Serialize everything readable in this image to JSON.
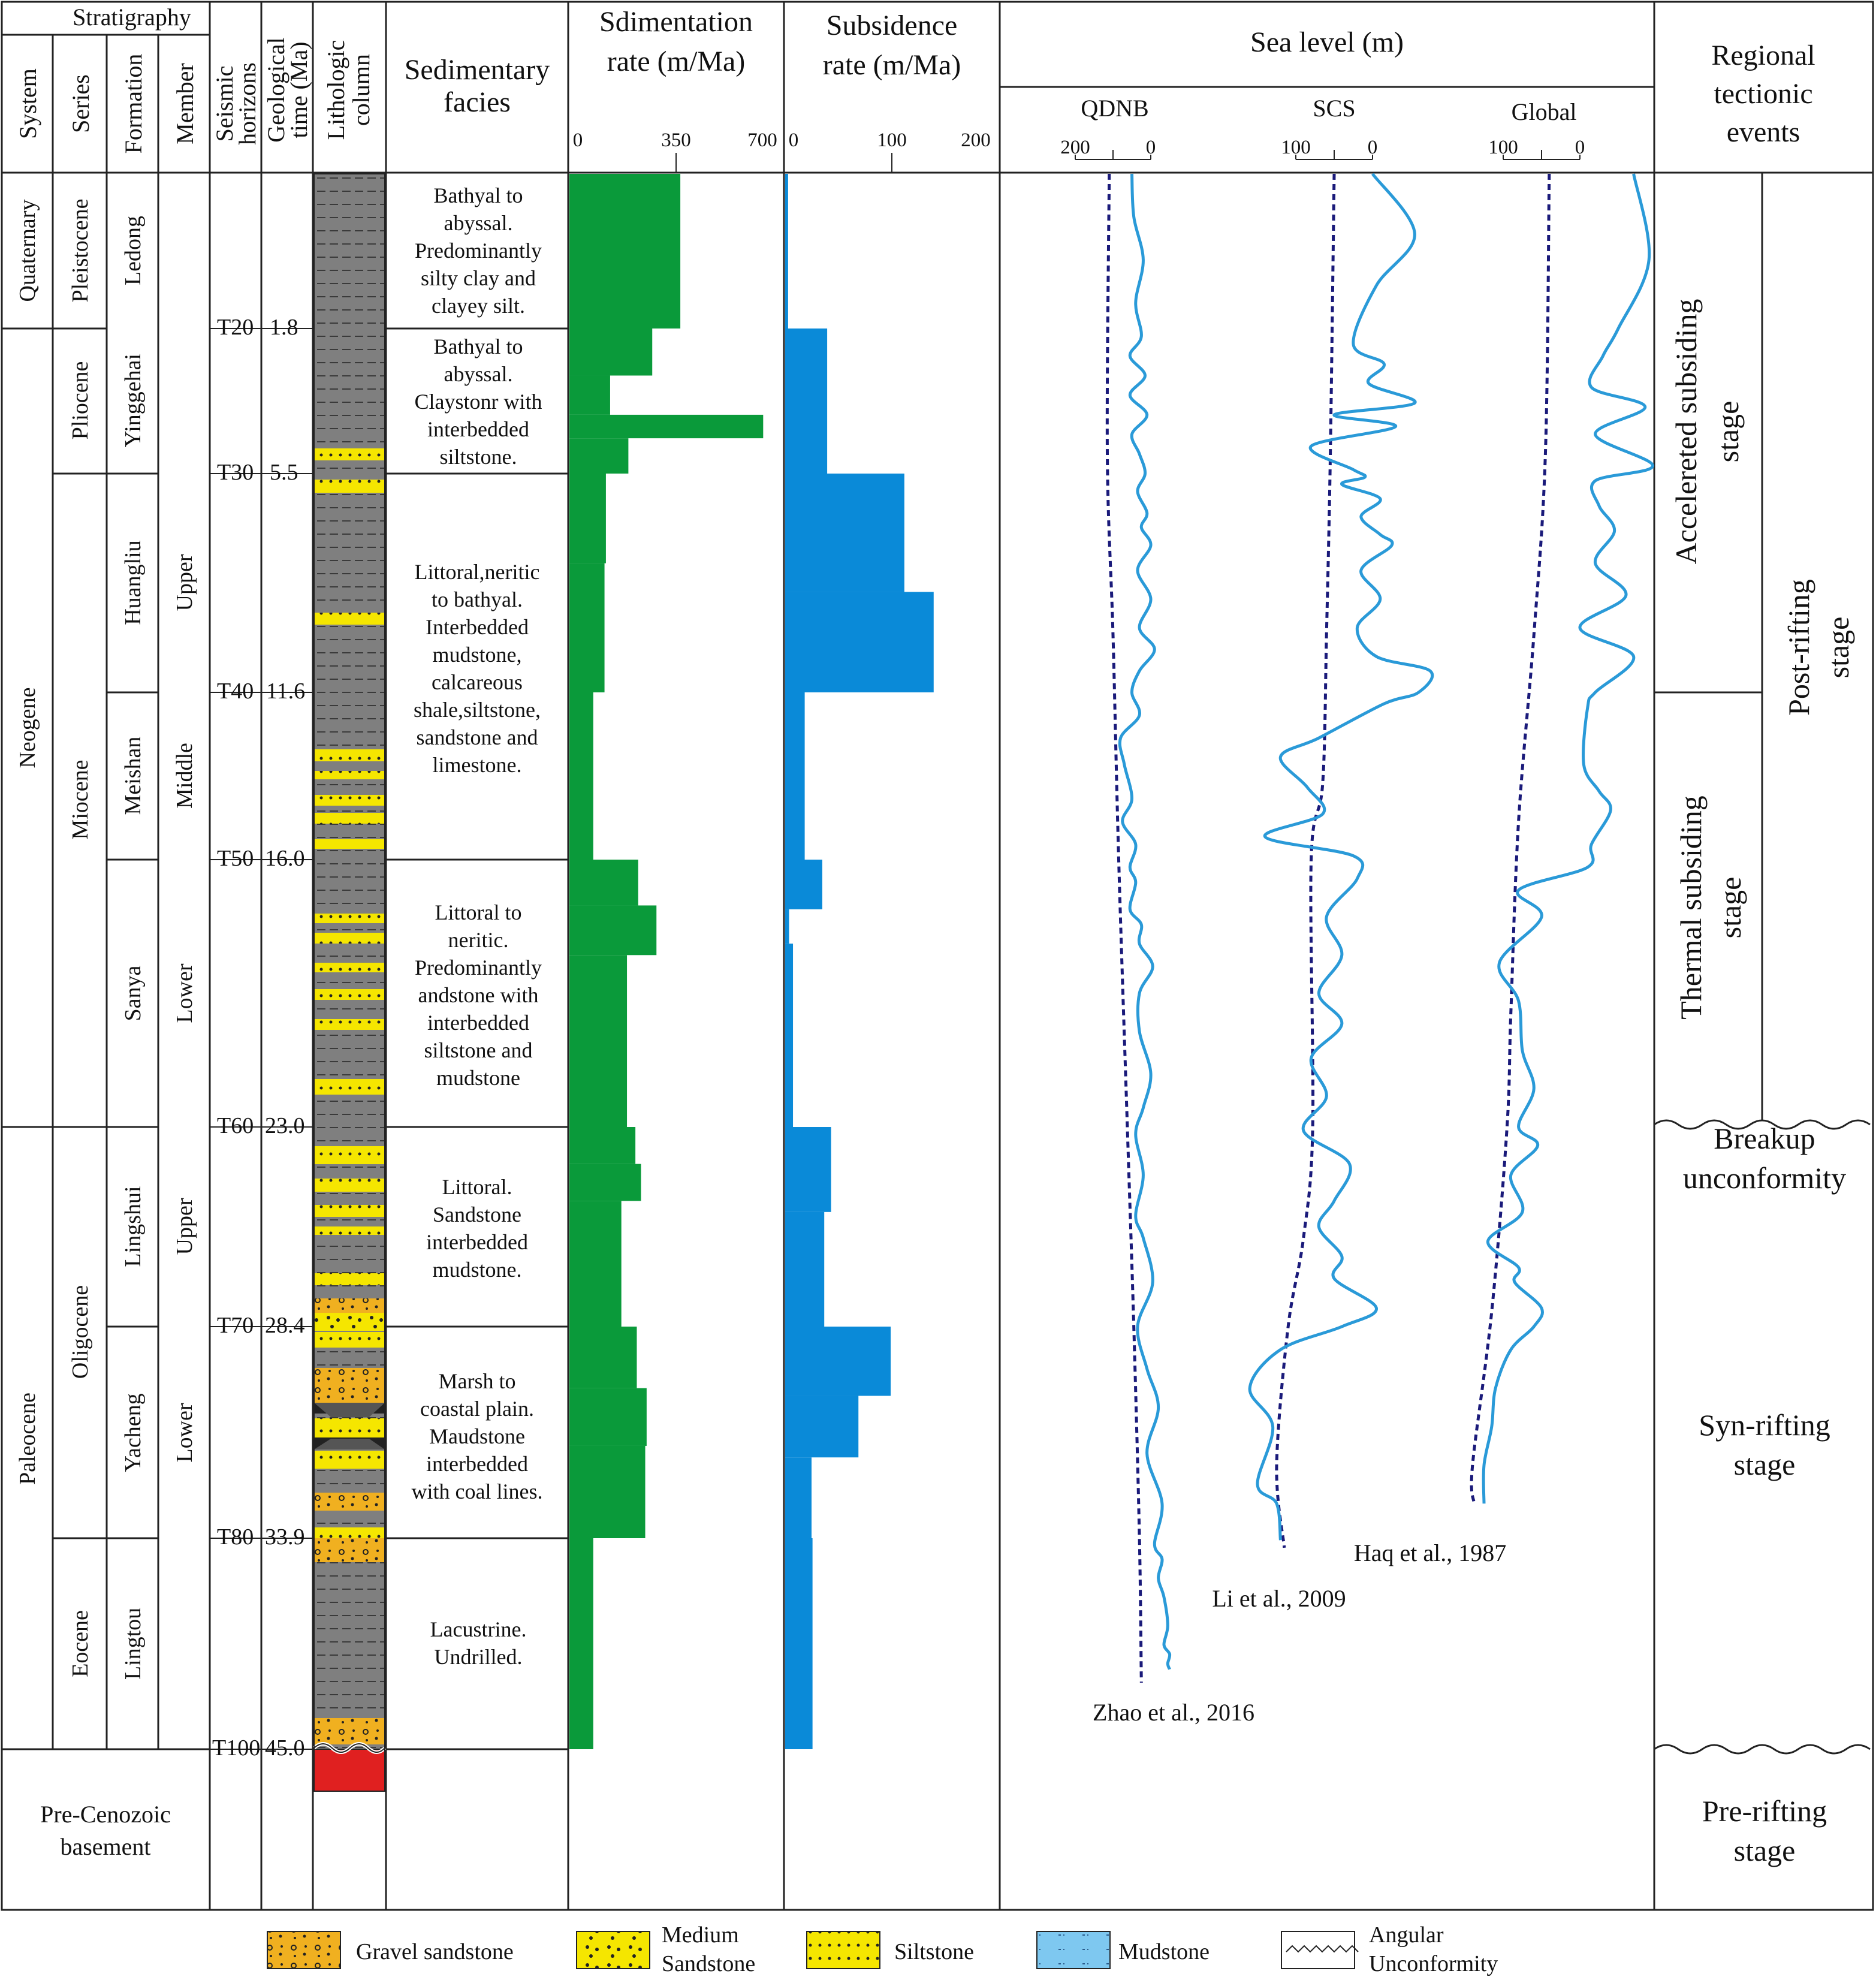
{
  "header": {
    "stratigraphy": "Stratigraphy",
    "system": "System",
    "series": "Series",
    "formation": "Formation",
    "member": "Member",
    "seismic_line1": "Seismic",
    "seismic_line2": "horizons",
    "geotime_line1": "Geological",
    "geotime_line2": "time (Ma)",
    "litho_line1": "Lithologic",
    "litho_line2": "column",
    "facies_line1": "Sedimentary",
    "facies_line2": "facies",
    "sed_rate_line1": "Sdimentation",
    "sed_rate_line2": "rate (m/Ma)",
    "sub_rate_line1": "Subsidence",
    "sub_rate_line2": "rate (m/Ma)",
    "sea_level": "Sea level (m)",
    "qdnb": "QDNB",
    "scs": "SCS",
    "global": "Global",
    "events_line1": "Regional",
    "events_line2": "tectionic",
    "events_line3": "events"
  },
  "axes": {
    "sed_ticks": [
      "0",
      "350",
      "700"
    ],
    "sub_ticks": [
      "0",
      "100",
      "200"
    ],
    "qdnb_ticks": [
      "200",
      "0"
    ],
    "scs_ticks": [
      "100",
      "0"
    ],
    "global_ticks": [
      "100",
      "0"
    ]
  },
  "systems": {
    "quaternary": "Quaternary",
    "neogene": "Neogene",
    "paleocene": "Paleocene",
    "basement_line1": "Pre-Cenozoic",
    "basement_line2": "basement"
  },
  "series": {
    "pleistocene": "Pleistocene",
    "pliocene": "Pliocene",
    "miocene": "Miocene",
    "oligocene": "Oligocene",
    "eocene": "Eocene"
  },
  "formations": {
    "ledong": "Ledong",
    "yinggehai": "Yinggehai",
    "huangliu": "Huangliu",
    "meishan": "Meishan",
    "sanya": "Sanya",
    "lingshui": "Lingshui",
    "yacheng": "Yacheng",
    "lingtou": "Lingtou"
  },
  "members": {
    "upper1": "Upper",
    "middle": "Middle",
    "lower1": "Lower",
    "upper2": "Upper",
    "lower2": "Lower"
  },
  "horizons": [
    {
      "name": "T20",
      "age": "1.8"
    },
    {
      "name": "T30",
      "age": "5.5"
    },
    {
      "name": "T40",
      "age": "11.6"
    },
    {
      "name": "T50",
      "age": "16.0"
    },
    {
      "name": "T60",
      "age": "23.0"
    },
    {
      "name": "T70",
      "age": "28.4"
    },
    {
      "name": "T80",
      "age": "33.9"
    },
    {
      "name": "T100",
      "age": "45.0"
    }
  ],
  "facies": [
    [
      "Bathyal to",
      "abyssal.",
      "Predominantly",
      "silty clay and",
      "clayey silt."
    ],
    [
      "Bathyal to",
      "abyssal.",
      "Claystonr with",
      "interbedded",
      "siltstone."
    ],
    [
      "Littoral,neritic",
      "to bathyal.",
      "Interbedded",
      "mudstone,",
      "calcareous",
      "shale,siltstone,",
      "sandstone and",
      "limestone."
    ],
    [
      "Littoral to",
      "neritic.",
      "Predominantly",
      "andstone with",
      "interbedded",
      "siltstone and",
      "mudstone"
    ],
    [
      "Littoral.",
      "Sandstone",
      "interbedded",
      "mudstone."
    ],
    [
      "Marsh to",
      "coastal plain.",
      "Maudstone",
      "interbedded",
      "with coal lines."
    ],
    [
      "Lacustrine.",
      "Undrilled."
    ]
  ],
  "chart_data": {
    "type": "bar",
    "note_axis": "Horizontal bars plotted against geological time (Ma)",
    "sedimentation_rate": {
      "color": "#0a9a3a",
      "xlim": [
        0,
        700
      ],
      "intervals": [
        {
          "top": 0,
          "base": 1.8,
          "value": 395
        },
        {
          "top": 1.8,
          "base": 3.0,
          "value": 295
        },
        {
          "top": 3.0,
          "base": 4.0,
          "value": 145
        },
        {
          "top": 4.0,
          "base": 4.6,
          "value": 690
        },
        {
          "top": 4.6,
          "base": 5.5,
          "value": 210
        },
        {
          "top": 5.5,
          "base": 8.0,
          "value": 130
        },
        {
          "top": 8.0,
          "base": 11.6,
          "value": 125
        },
        {
          "top": 11.6,
          "base": 16.0,
          "value": 85
        },
        {
          "top": 16.0,
          "base": 17.2,
          "value": 245
        },
        {
          "top": 17.2,
          "base": 18.5,
          "value": 310
        },
        {
          "top": 18.5,
          "base": 23.0,
          "value": 205
        },
        {
          "top": 23.0,
          "base": 24.0,
          "value": 235
        },
        {
          "top": 24.0,
          "base": 25.0,
          "value": 255
        },
        {
          "top": 25.0,
          "base": 28.4,
          "value": 185
        },
        {
          "top": 28.4,
          "base": 30.0,
          "value": 240
        },
        {
          "top": 30.0,
          "base": 31.5,
          "value": 275
        },
        {
          "top": 31.5,
          "base": 33.9,
          "value": 270
        },
        {
          "top": 33.9,
          "base": 45.0,
          "value": 85
        }
      ]
    },
    "subsidence_rate": {
      "color": "#0a8ad8",
      "xlim": [
        0,
        200
      ],
      "intervals": [
        {
          "top": 0,
          "base": 1.8,
          "value": 3
        },
        {
          "top": 1.8,
          "base": 5.5,
          "value": 43
        },
        {
          "top": 5.5,
          "base": 8.8,
          "value": 122
        },
        {
          "top": 8.8,
          "base": 11.6,
          "value": 152
        },
        {
          "top": 11.6,
          "base": 16.0,
          "value": 20
        },
        {
          "top": 16.0,
          "base": 17.3,
          "value": 38
        },
        {
          "top": 17.3,
          "base": 18.2,
          "value": 4
        },
        {
          "top": 18.2,
          "base": 23.0,
          "value": 8
        },
        {
          "top": 23.0,
          "base": 25.3,
          "value": 47
        },
        {
          "top": 25.3,
          "base": 28.4,
          "value": 40
        },
        {
          "top": 28.4,
          "base": 30.2,
          "value": 108
        },
        {
          "top": 30.2,
          "base": 31.8,
          "value": 75
        },
        {
          "top": 31.8,
          "base": 33.9,
          "value": 27
        },
        {
          "top": 33.9,
          "base": 45.0,
          "value": 28
        }
      ]
    },
    "sea_level": {
      "qdnb": {
        "xlim": [
          200,
          0
        ],
        "label": "Zhao et al., 2016",
        "dashed": [
          [
            0,
            110
          ],
          [
            5,
            115
          ],
          [
            10,
            100
          ],
          [
            16,
            85
          ],
          [
            23,
            62
          ],
          [
            28.4,
            45
          ],
          [
            33.9,
            30
          ],
          [
            41.5,
            25
          ]
        ],
        "curve": [
          [
            0,
            50
          ],
          [
            0.5,
            45
          ],
          [
            1,
            20
          ],
          [
            1.5,
            40
          ],
          [
            2,
            25
          ],
          [
            2.5,
            55
          ],
          [
            3,
            15
          ],
          [
            3.5,
            55
          ],
          [
            4,
            10
          ],
          [
            4.5,
            50
          ],
          [
            5,
            30
          ],
          [
            5.5,
            15
          ],
          [
            6,
            35
          ],
          [
            6.6,
            10
          ],
          [
            7,
            25
          ],
          [
            7.5,
            0
          ],
          [
            8.2,
            35
          ],
          [
            9,
            0
          ],
          [
            9.8,
            30
          ],
          [
            10.4,
            -10
          ],
          [
            11,
            30
          ],
          [
            11.6,
            50
          ],
          [
            12.2,
            30
          ],
          [
            12.8,
            80
          ],
          [
            13.5,
            70
          ],
          [
            14.4,
            50
          ],
          [
            15,
            75
          ],
          [
            15.6,
            40
          ],
          [
            16.2,
            55
          ],
          [
            16.6,
            40
          ],
          [
            17.3,
            55
          ],
          [
            17.7,
            25
          ],
          [
            18.2,
            30
          ],
          [
            18.8,
            -5
          ],
          [
            19.5,
            30
          ],
          [
            20.5,
            30
          ],
          [
            21.6,
            0
          ],
          [
            22.5,
            20
          ],
          [
            23.2,
            40
          ],
          [
            24.3,
            20
          ],
          [
            25.4,
            40
          ],
          [
            26,
            20
          ],
          [
            27.2,
            -5
          ],
          [
            28.4,
            35
          ],
          [
            29.5,
            10
          ],
          [
            30.5,
            -20
          ],
          [
            31.7,
            10
          ],
          [
            33,
            -30
          ],
          [
            34.2,
            -10
          ],
          [
            35,
            -30
          ],
          [
            36,
            -20
          ],
          [
            37,
            -35
          ],
          [
            38.5,
            -45
          ],
          [
            39.5,
            -35
          ],
          [
            40,
            -50
          ],
          [
            40.5,
            -45
          ],
          [
            40.8,
            -50
          ]
        ]
      },
      "scs": {
        "xlim": [
          100,
          0
        ],
        "label": "Li et al., 2009",
        "dashed": [
          [
            0,
            50
          ],
          [
            5,
            55
          ],
          [
            10,
            60
          ],
          [
            14,
            65
          ],
          [
            16,
            80
          ],
          [
            23,
            78
          ],
          [
            26,
            90
          ],
          [
            28.4,
            110
          ],
          [
            32,
            125
          ],
          [
            34.4,
            115
          ]
        ],
        "curve": [
          [
            0,
            0
          ],
          [
            0.7,
            -55
          ],
          [
            1.3,
            -5
          ],
          [
            2.2,
            25
          ],
          [
            2.7,
            -15
          ],
          [
            3.2,
            5
          ],
          [
            3.7,
            -55
          ],
          [
            4,
            50
          ],
          [
            4.3,
            -30
          ],
          [
            4.8,
            80
          ],
          [
            5.4,
            25
          ],
          [
            5.6,
            10
          ],
          [
            5.8,
            40
          ],
          [
            6.2,
            -10
          ],
          [
            6.7,
            15
          ],
          [
            7.2,
            -10
          ],
          [
            7.5,
            -25
          ],
          [
            8.2,
            15
          ],
          [
            9,
            -10
          ],
          [
            9.8,
            20
          ],
          [
            10.6,
            -5
          ],
          [
            11,
            -75
          ],
          [
            11.6,
            -60
          ],
          [
            11.9,
            -15
          ],
          [
            12.8,
            70
          ],
          [
            13.3,
            120
          ],
          [
            14.1,
            85
          ],
          [
            14.8,
            65
          ],
          [
            15.4,
            140
          ],
          [
            15.9,
            25
          ],
          [
            16.5,
            20
          ],
          [
            17.5,
            60
          ],
          [
            18.5,
            40
          ],
          [
            19.5,
            70
          ],
          [
            20.3,
            40
          ],
          [
            21.2,
            80
          ],
          [
            22.2,
            60
          ],
          [
            23.1,
            90
          ],
          [
            24,
            30
          ],
          [
            25,
            50
          ],
          [
            25.7,
            70
          ],
          [
            26.5,
            40
          ],
          [
            27.1,
            50
          ],
          [
            27.9,
            -5
          ],
          [
            28.4,
            40
          ],
          [
            29,
            120
          ],
          [
            30,
            160
          ],
          [
            31,
            130
          ],
          [
            32.5,
            150
          ],
          [
            33,
            125
          ],
          [
            34,
            120
          ]
        ]
      },
      "global": {
        "xlim": [
          100,
          0
        ],
        "label": "Haq et al., 1987",
        "dashed": [
          [
            0,
            40
          ],
          [
            5,
            45
          ],
          [
            10,
            60
          ],
          [
            15,
            80
          ],
          [
            20,
            90
          ],
          [
            23,
            95
          ],
          [
            28,
            115
          ],
          [
            32,
            140
          ],
          [
            33,
            138
          ]
        ],
        "curve": [
          [
            0,
            -70
          ],
          [
            1,
            -90
          ],
          [
            1.8,
            -50
          ],
          [
            2.5,
            -30
          ],
          [
            3.3,
            -15
          ],
          [
            3.8,
            -85
          ],
          [
            4.5,
            -20
          ],
          [
            5.3,
            -95
          ],
          [
            5.7,
            -20
          ],
          [
            6.4,
            -25
          ],
          [
            7.1,
            -45
          ],
          [
            8,
            -20
          ],
          [
            8.9,
            -60
          ],
          [
            9.8,
            0
          ],
          [
            10.6,
            -70
          ],
          [
            11.6,
            -20
          ],
          [
            12,
            -10
          ],
          [
            13.5,
            -5
          ],
          [
            14.2,
            -25
          ],
          [
            14.7,
            -40
          ],
          [
            15.6,
            -15
          ],
          [
            16.2,
            -10
          ],
          [
            16.8,
            80
          ],
          [
            17.5,
            50
          ],
          [
            18.7,
            105
          ],
          [
            19.7,
            80
          ],
          [
            21,
            75
          ],
          [
            22,
            60
          ],
          [
            23,
            80
          ],
          [
            23.5,
            55
          ],
          [
            24.3,
            90
          ],
          [
            25.3,
            75
          ],
          [
            26.1,
            120
          ],
          [
            26.8,
            80
          ],
          [
            27.2,
            85
          ],
          [
            27.9,
            50
          ],
          [
            28.4,
            60
          ],
          [
            29,
            90
          ],
          [
            30,
            110
          ],
          [
            31,
            115
          ],
          [
            32,
            125
          ],
          [
            33,
            125
          ]
        ]
      }
    }
  },
  "events": {
    "accelerated_line1": "Accelereted subsiding",
    "accelerated_line2": "stage",
    "thermal_line1": "Thermal subsiding",
    "thermal_line2": "stage",
    "postrift_line1": "Post-rifting",
    "postrift_line2": "stage",
    "breakup_line1": "Breakup",
    "breakup_line2": "unconformity",
    "synrift_line1": "Syn-rifting",
    "synrift_line2": "stage",
    "prerift_line1": "Pre-rifting",
    "prerift_line2": "stage"
  },
  "legend": {
    "gravel": "Gravel sandstone",
    "medium_line1": "Medium",
    "medium_line2": "Sandstone",
    "siltstone": "Siltstone",
    "mudstone": "Mudstone",
    "angular_line1": "Angular",
    "angular_line2": "Unconformity"
  },
  "colors": {
    "sed_rate": "#0a9a3a",
    "sub_rate": "#0a8ad8",
    "sea_curve": "#2a9ad8",
    "dashed_line": "#1a1a7a",
    "mudstone_fill": "#7f7f7f",
    "yellow_fill": "#f5e600",
    "orange_fill": "#f0b020",
    "basement_fill": "#e02020"
  }
}
